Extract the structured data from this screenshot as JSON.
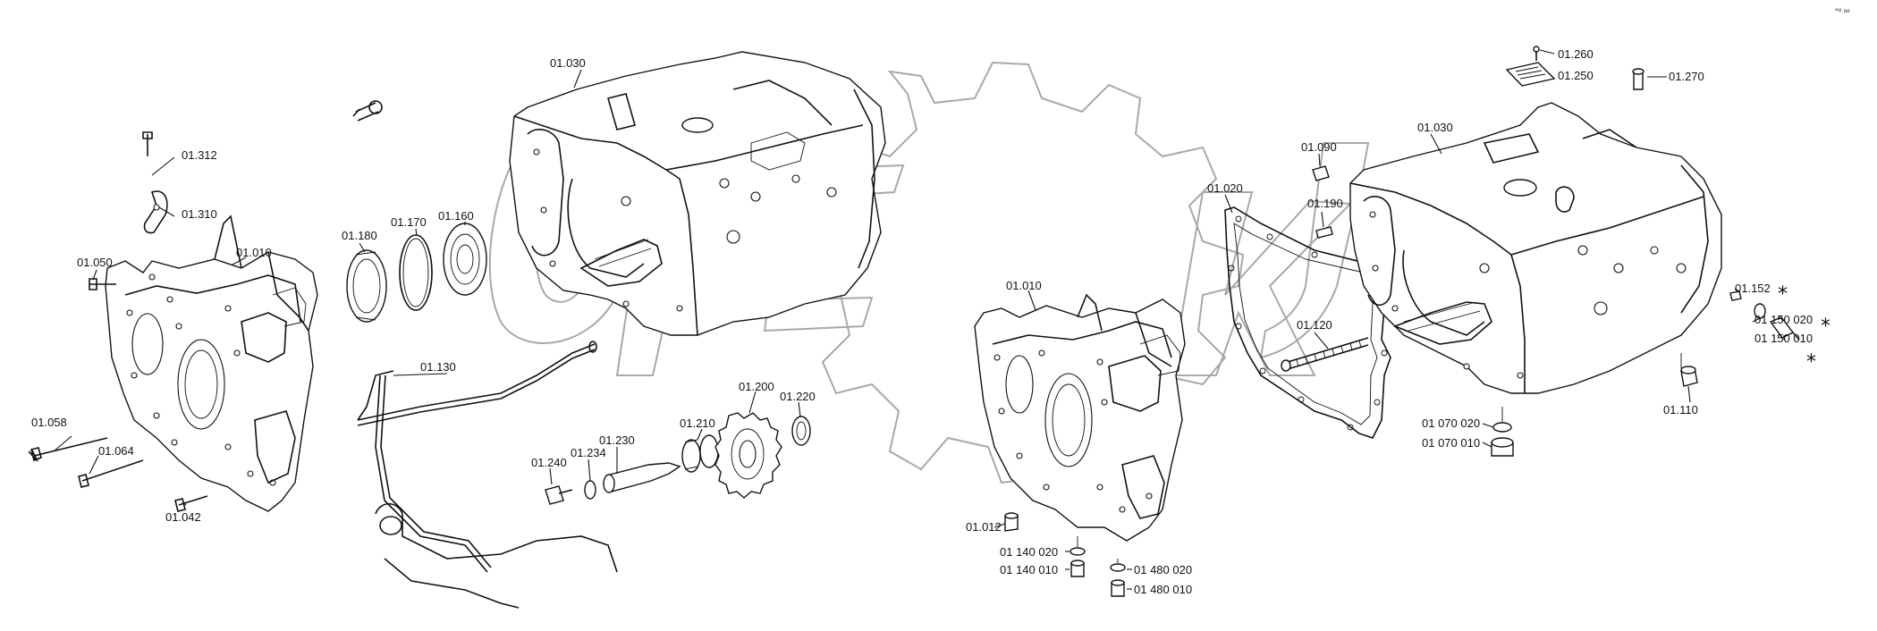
{
  "diagram": {
    "corner_mark": "°⁰ ᵒᵒ",
    "labels": {
      "p01_312": "01.312",
      "p01_310": "01.310",
      "p01_050": "01.050",
      "p01_010_left": "01.010",
      "p01_058": "01.058",
      "p01_064": "01.064",
      "p01_042": "01.042",
      "p01_180": "01.180",
      "p01_170": "01.170",
      "p01_160": "01.160",
      "p01_030_left": "01.030",
      "p01_130": "01.130",
      "p01_240": "01.240",
      "p01_234": "01.234",
      "p01_230": "01.230",
      "p01_210": "01.210",
      "p01_200": "01.200",
      "p01_220": "01.220",
      "p01_010_mid": "01.010",
      "p01_012": "01.012",
      "p01_140_020": "01 140 020",
      "p01_140_010": "01 140 010",
      "p01_480_020": "01 480 020",
      "p01_480_010": "01 480 010",
      "p01_020": "01.020",
      "p01_120": "01.120",
      "p01_090": "01.090",
      "p01_190": "01.190",
      "p01_030_right": "01.030",
      "p01_260": "01.260",
      "p01_250": "01.250",
      "p01_270": "01.270",
      "p01_152": "01.152",
      "p01_150_020": "01 150 020",
      "p01_150_010": "01 150 010",
      "p01_110": "01.110",
      "p01_070_020": "01 070 020",
      "p01_070_010": "01 070 010"
    },
    "stars": {
      "s1": "*",
      "s2": "*",
      "s3": "*"
    }
  }
}
